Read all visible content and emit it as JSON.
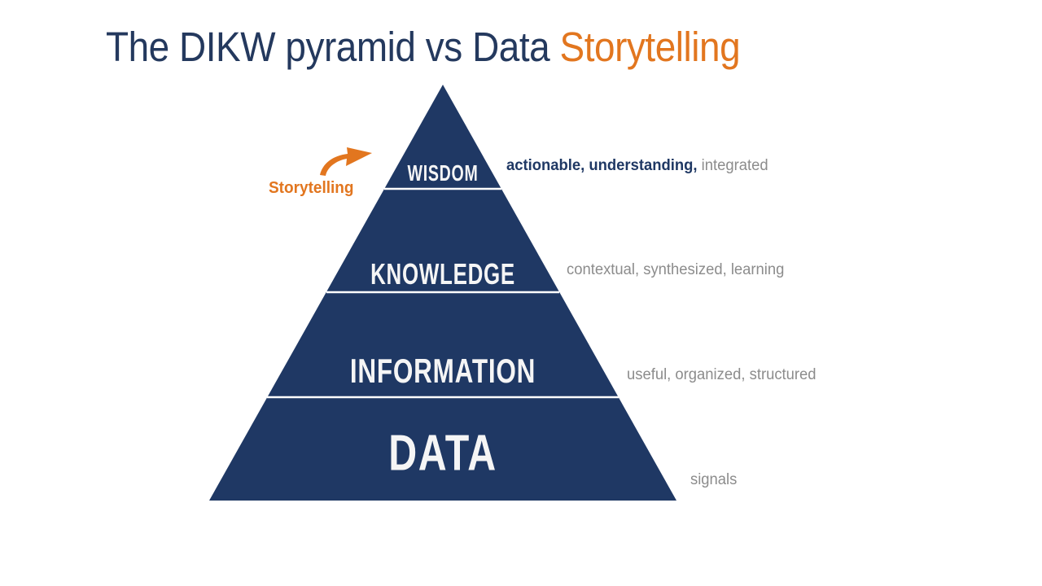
{
  "title": {
    "prefix": "The DIKW pyramid vs Data ",
    "highlight": "Storytelling"
  },
  "callout": {
    "label": "Storytelling",
    "icon": "curved-up-right-arrow"
  },
  "pyramid": {
    "levels": [
      {
        "label": "WISDOM",
        "description_emphasis": "actionable, understanding,",
        "description_muted": " integrated"
      },
      {
        "label": "KNOWLEDGE",
        "description_muted": "contextual, synthesized, learning"
      },
      {
        "label": "INFORMATION",
        "description_muted": "useful, organized, structured"
      },
      {
        "label": "DATA",
        "description_muted": "signals"
      }
    ]
  },
  "colors": {
    "pyramid_navy": "#1F3864",
    "title_navy": "#24395E",
    "accent_orange": "#E2761F",
    "muted_gray": "#8C8C8C",
    "level_text": "#F5F5F5",
    "divider_white": "#FFFFFF",
    "background": "#FFFFFF"
  }
}
